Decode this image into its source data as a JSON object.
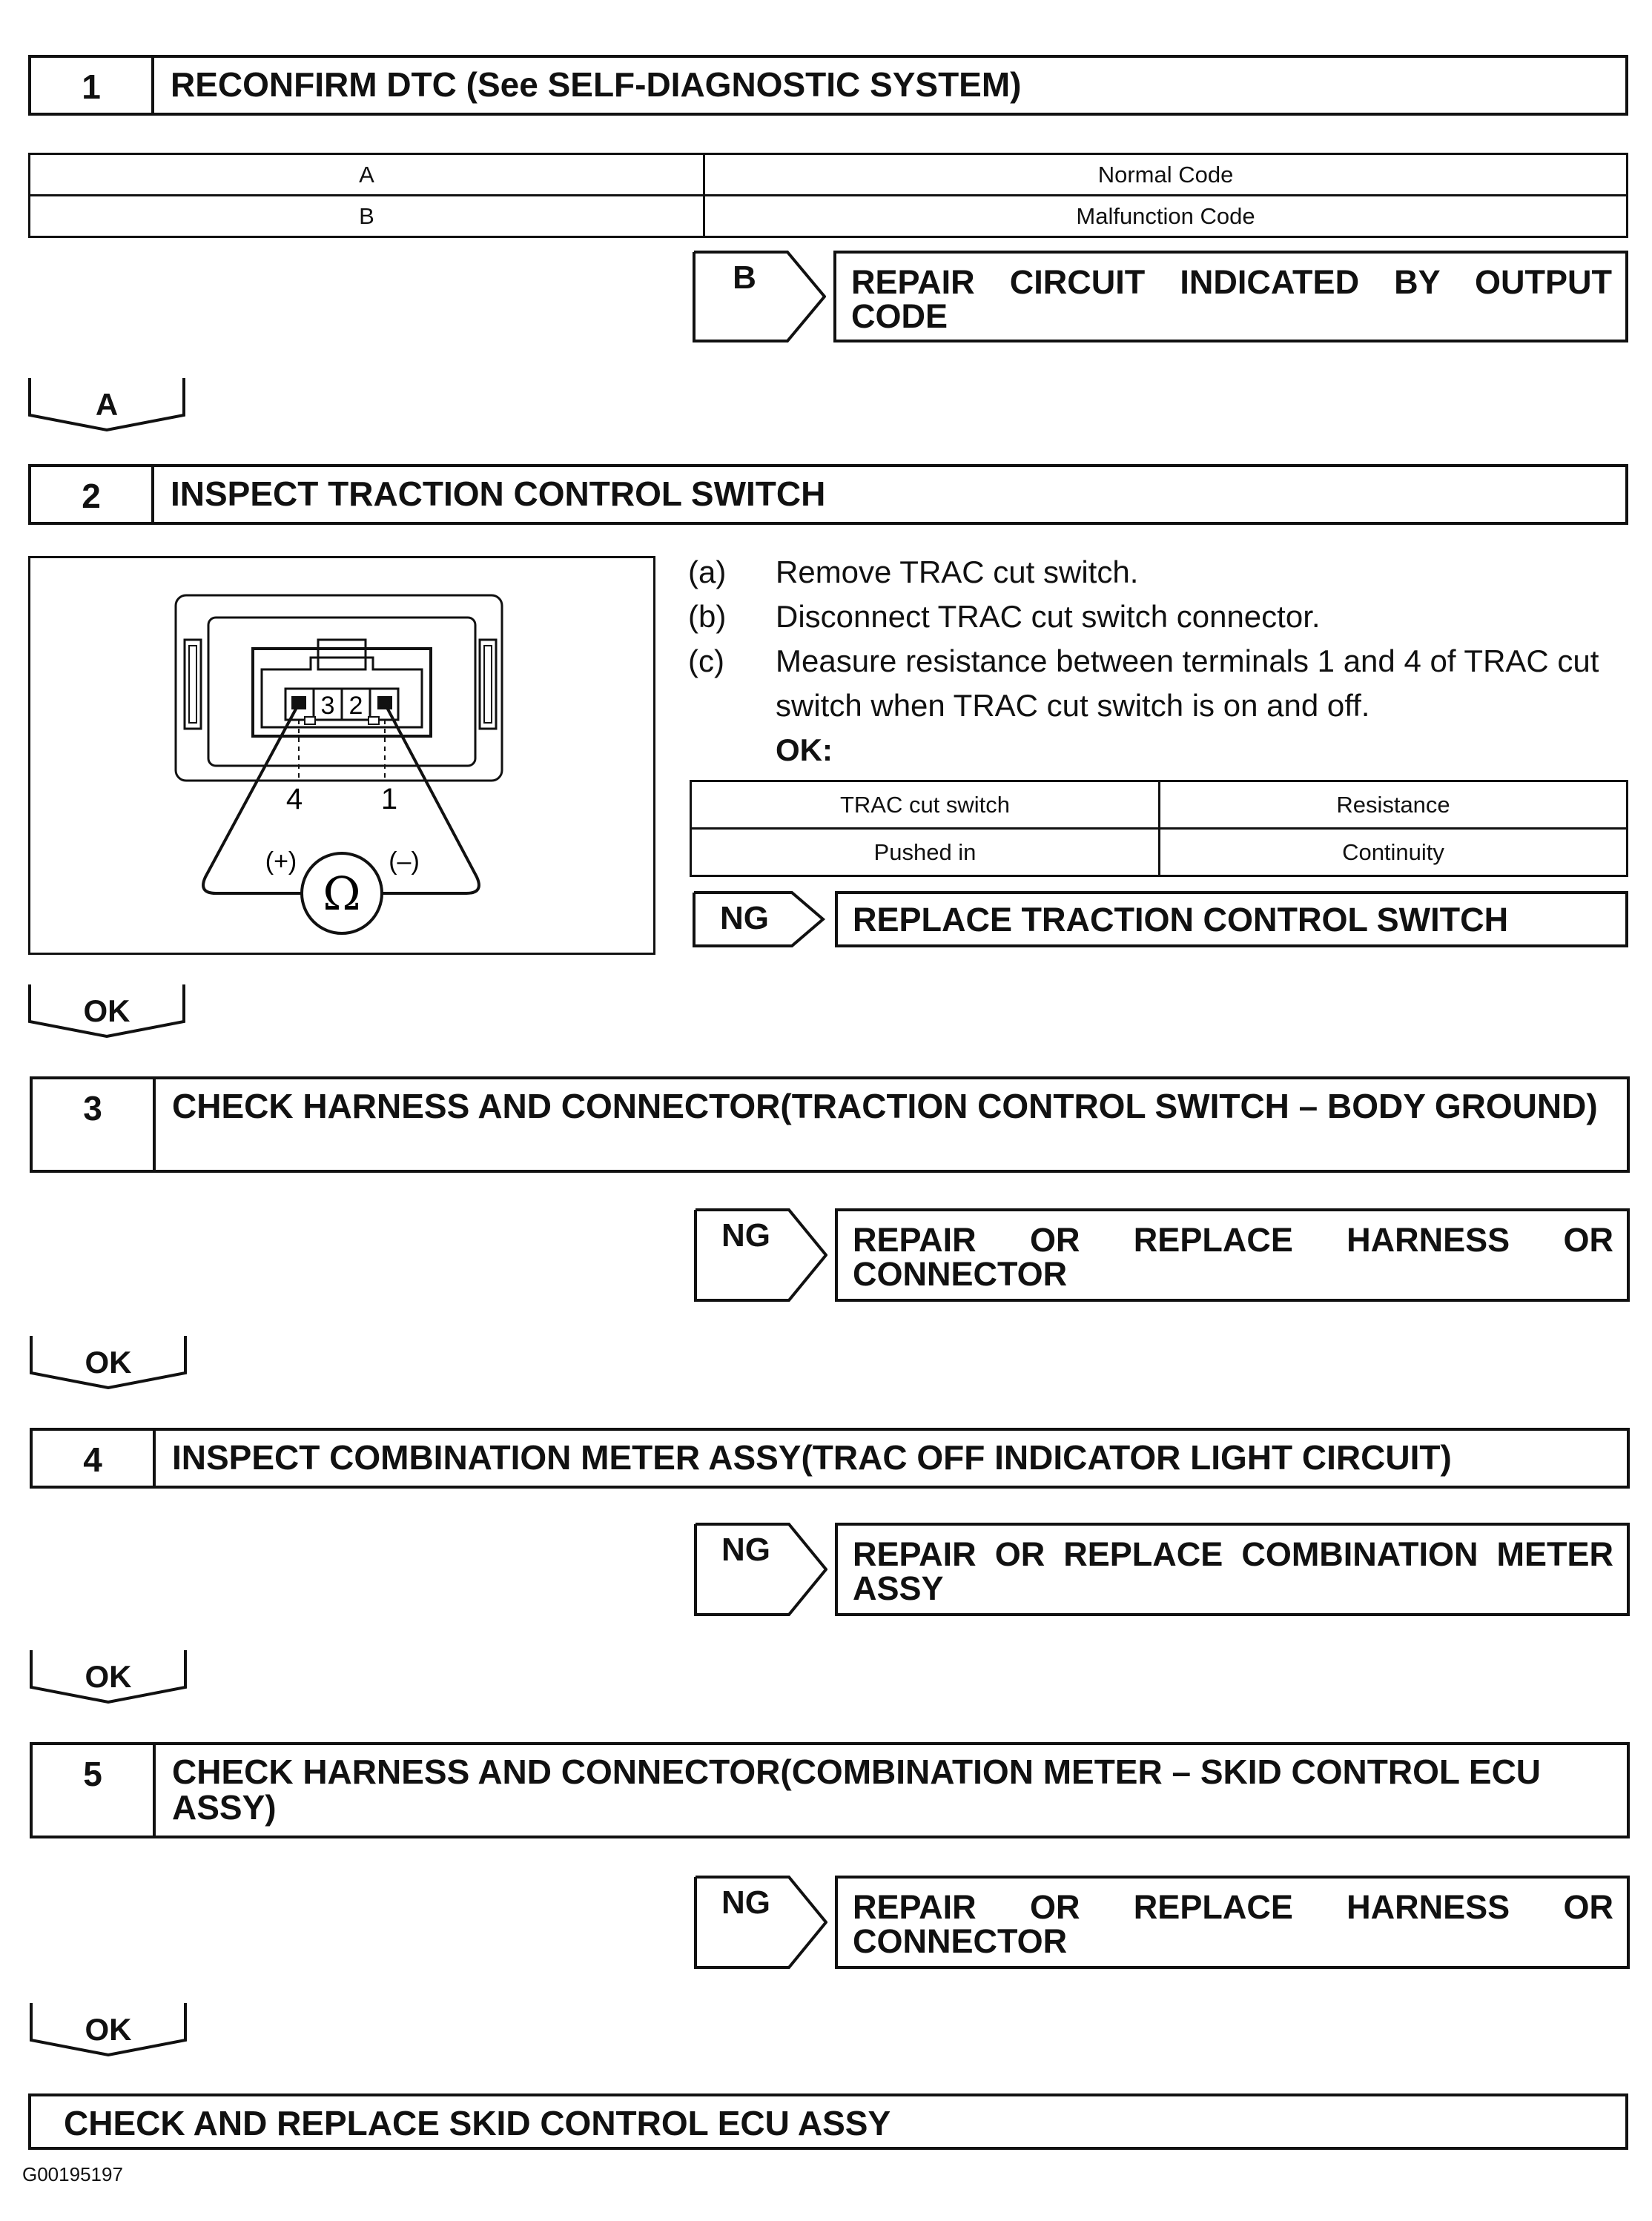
{
  "steps": [
    {
      "num": "1",
      "title": "RECONFIRM DTC (See SELF-DIAGNOSTIC SYSTEM)"
    },
    {
      "num": "2",
      "title": "INSPECT TRACTION CONTROL SWITCH"
    },
    {
      "num": "3",
      "title": "CHECK HARNESS AND CONNECTOR(TRACTION CONTROL SWITCH – BODY GROUND)"
    },
    {
      "num": "4",
      "title": "INSPECT COMBINATION METER ASSY(TRAC OFF INDICATOR LIGHT CIRCUIT)"
    },
    {
      "num": "5",
      "title": "CHECK HARNESS AND CONNECTOR(COMBINATION METER – SKID CONTROL ECU ASSY)"
    }
  ],
  "dtc_table": {
    "rows": [
      {
        "key": "A",
        "value": "Normal Code"
      },
      {
        "key": "B",
        "value": "Malfunction Code"
      }
    ]
  },
  "outcomes": [
    {
      "tag": "B",
      "action": "REPAIR CIRCUIT INDICATED BY OUTPUT CODE"
    },
    {
      "tag": "NG",
      "action": "REPLACE TRACTION CONTROL SWITCH"
    },
    {
      "tag": "NG",
      "action": "REPAIR OR REPLACE HARNESS OR CONNECTOR"
    },
    {
      "tag": "NG",
      "action": "REPAIR OR REPLACE COMBINATION METER ASSY"
    },
    {
      "tag": "NG",
      "action": "REPAIR OR REPLACE HARNESS OR CONNECTOR"
    }
  ],
  "pointers": [
    "A",
    "OK",
    "OK",
    "OK",
    "OK"
  ],
  "instructions": [
    {
      "key": "(a)",
      "text": "Remove TRAC cut switch."
    },
    {
      "key": "(b)",
      "text": "Disconnect TRAC cut switch connector."
    },
    {
      "key": "(c)",
      "text": "Measure resistance between terminals 1 and 4 of TRAC cut switch when TRAC cut switch is on and off."
    }
  ],
  "ok_label": "OK:",
  "spec_table": {
    "headers": [
      "TRAC cut switch",
      "Resistance"
    ],
    "rows": [
      [
        "Pushed in",
        "Continuity"
      ]
    ]
  },
  "diagram": {
    "pins_top": [
      "3",
      "2"
    ],
    "pins_bottom": [
      "4",
      "1"
    ],
    "plus": "(+)",
    "minus": "(–)",
    "ohm": "Ω"
  },
  "final_action": "CHECK AND REPLACE SKID CONTROL ECU ASSY",
  "footer_code": "G00195197"
}
